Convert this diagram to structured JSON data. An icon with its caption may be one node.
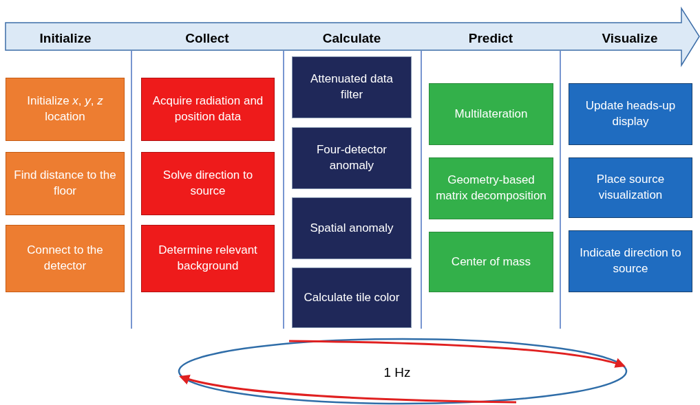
{
  "diagram": {
    "nodes": [
      {
        "text": [
          "Initialize *x*, *y*, *z* location"
        ]
      },
      {
        "text": [
          "Find distance to the floor"
        ]
      },
      {
        "text": [
          "Connect to the detector"
        ]
      },
      {
        "text": [
          "Acquire radiation and position data"
        ]
      },
      {
        "text": [
          "Solve direction to source"
        ]
      },
      {
        "text": [
          "Determine relevant background"
        ]
      },
      {
        "text": [
          "Attenuated data filter"
        ]
      },
      {
        "text": [
          "Four-detector anomaly"
        ]
      },
      {
        "text": [
          "Spatial anomaly"
        ]
      },
      {
        "text": [
          "Calculate tile color"
        ]
      },
      {
        "text": [
          "Multilateration"
        ]
      },
      {
        "text": [
          "Geometry-based matrix decomposition"
        ]
      },
      {
        "text": [
          "Center of mass"
        ]
      },
      {
        "text": [
          "Update heads-up display"
        ]
      },
      {
        "text": [
          "Place source visualization"
        ]
      },
      {
        "text": [
          "Indicate direction to source"
        ]
      }
    ],
    "labels": [
      "Initialize",
      "Collect",
      "Calculate",
      "Predict",
      "Visualize",
      "1 Hz"
    ]
  }
}
